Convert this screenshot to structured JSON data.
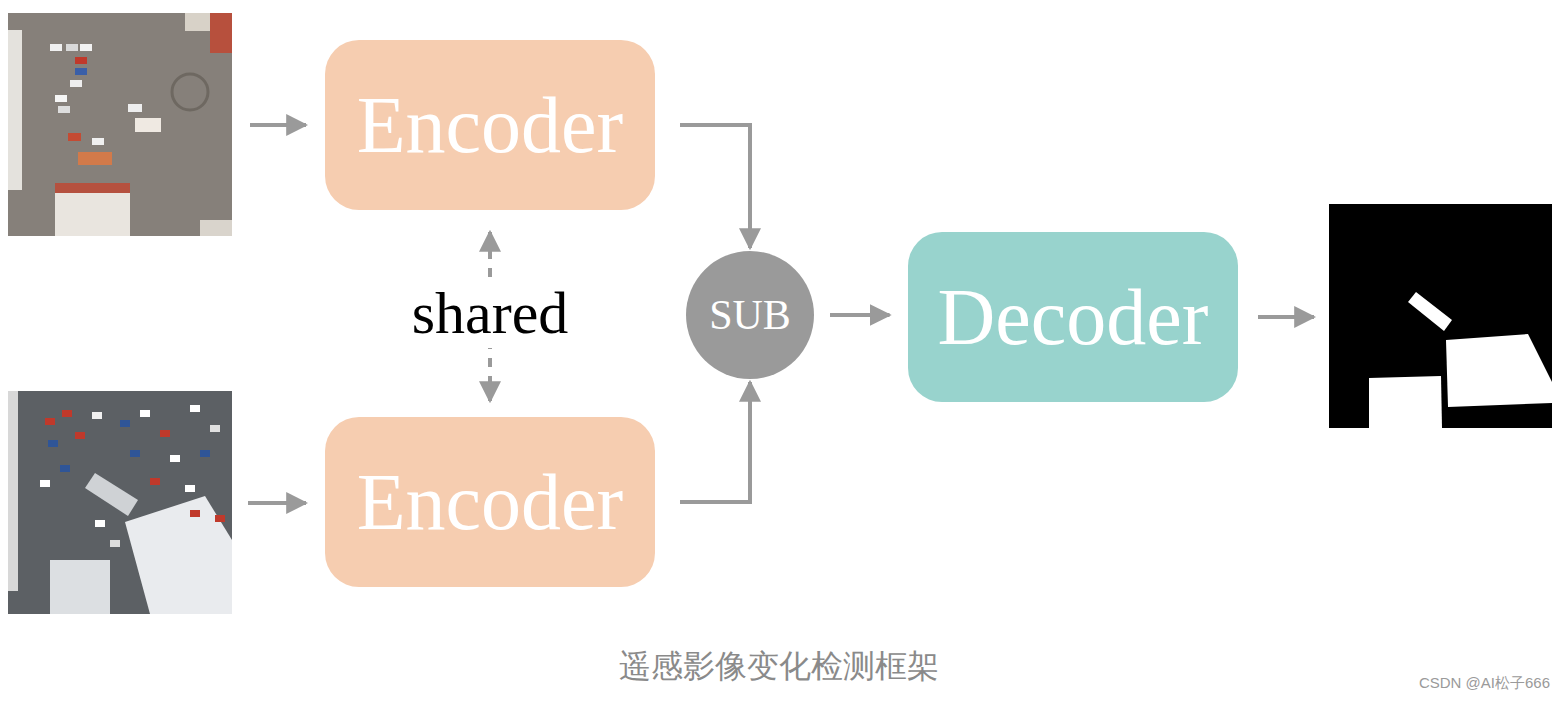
{
  "diagram": {
    "caption": "遥感影像变化检测框架",
    "nodes": [
      {
        "text": [
          "Encoder"
        ]
      },
      {
        "text": [
          "Encoder"
        ]
      },
      {
        "text": [
          "SUB"
        ]
      },
      {
        "text": [
          "Decoder"
        ]
      }
    ],
    "edges": [
      {
        "from": 0,
        "to": 1,
        "label": "shared",
        "arrow": "both"
      },
      {
        "from": 0,
        "to": 2,
        "arrow": "to"
      },
      {
        "from": 1,
        "to": 2,
        "arrow": "to"
      },
      {
        "from": 2,
        "to": 3,
        "arrow": "to"
      }
    ],
    "labels": [
      "CSDN @AI松子666"
    ]
  }
}
